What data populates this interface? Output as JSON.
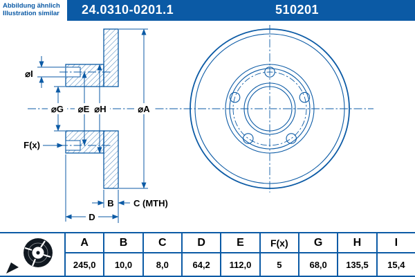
{
  "header": {
    "part_number": "24.0310-0201.1",
    "catalog_number": "510201",
    "note": {
      "line1": "Abbildung ähnlich",
      "line2": "Illustration similar"
    }
  },
  "drawing": {
    "labels": {
      "dia_i": "⌀I",
      "dia_g": "⌀G",
      "dia_e": "⌀E",
      "dia_h": "⌀H",
      "dia_a": "⌀A",
      "f": "F(x)",
      "b": "B",
      "c_mth": "C (MTH)",
      "d": "D"
    }
  },
  "table": {
    "columns": [
      "A",
      "B",
      "C",
      "D",
      "E",
      "F(x)",
      "G",
      "H",
      "I"
    ],
    "values": [
      "245,0",
      "10,0",
      "8,0",
      "64,2",
      "112,0",
      "5",
      "68,0",
      "135,5",
      "15,4"
    ]
  },
  "icons": {
    "product_thumbnail": "power-disc-icon"
  },
  "colors": {
    "primary_blue": "#0b5aa5",
    "line_blue": "#0b5aa5",
    "text_black": "#000000",
    "background": "#ffffff"
  }
}
